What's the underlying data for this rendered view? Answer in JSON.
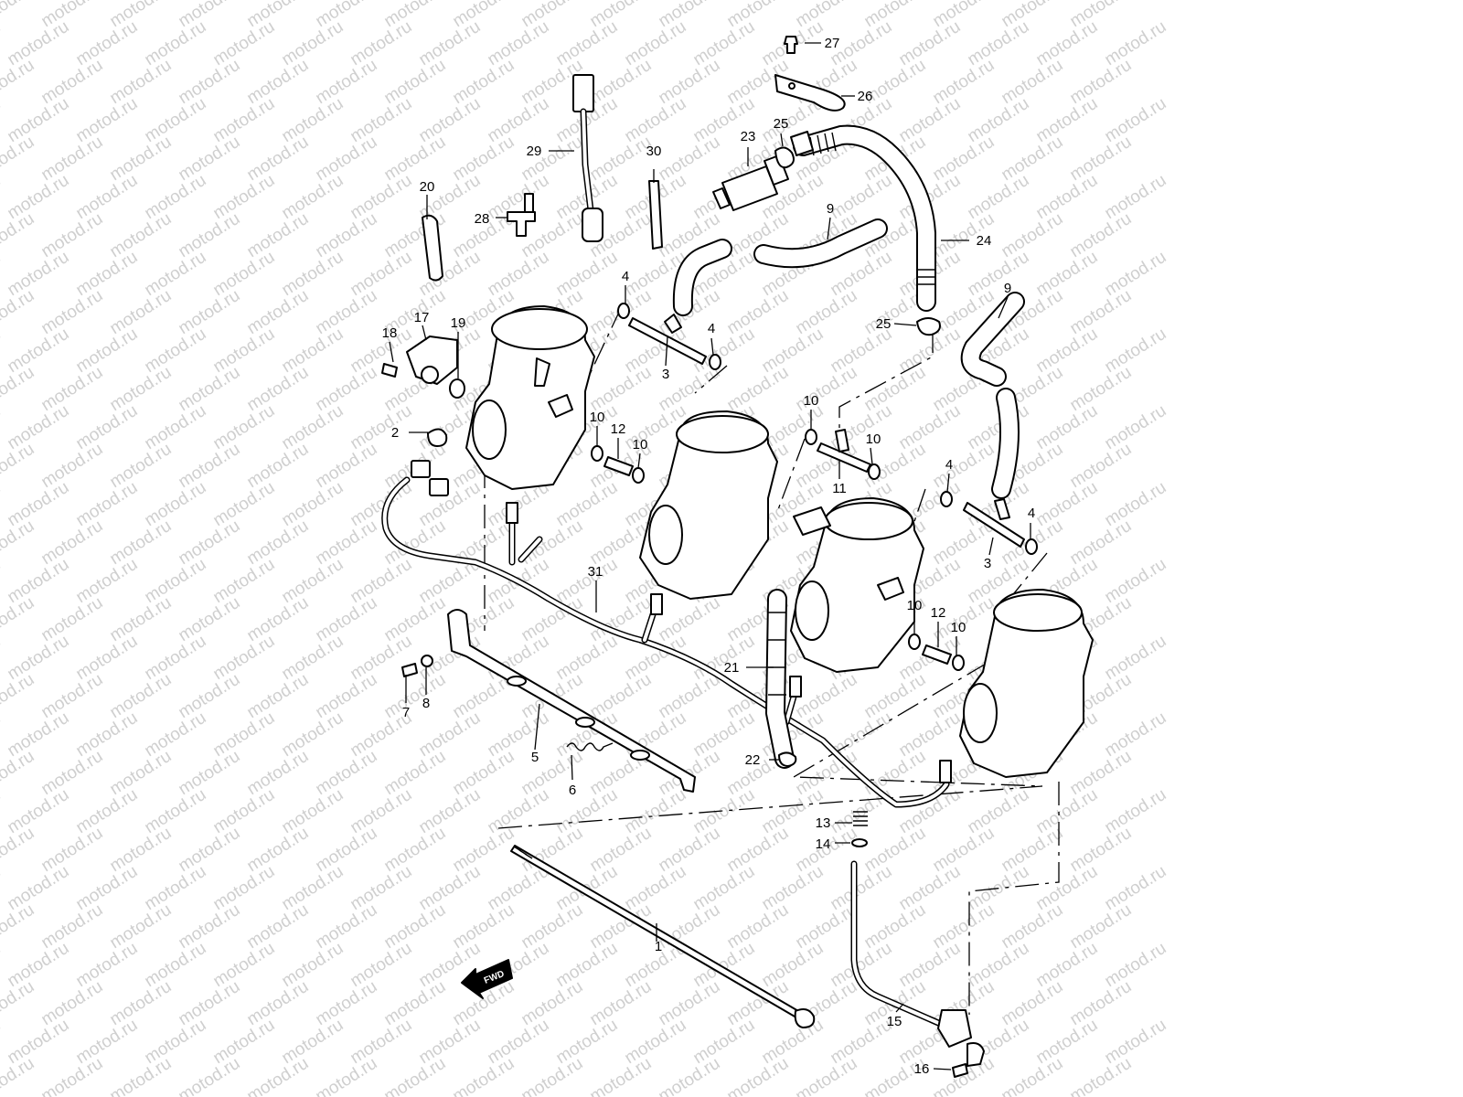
{
  "watermark": {
    "text": "motod.ru",
    "color": "#cfcfcf"
  },
  "fwd_label": "FWD",
  "callouts": [
    {
      "id": "1",
      "label": "1"
    },
    {
      "id": "2",
      "label": "2"
    },
    {
      "id": "3a",
      "label": "3"
    },
    {
      "id": "3b",
      "label": "3"
    },
    {
      "id": "4a",
      "label": "4"
    },
    {
      "id": "4b",
      "label": "4"
    },
    {
      "id": "4c",
      "label": "4"
    },
    {
      "id": "4d",
      "label": "4"
    },
    {
      "id": "5",
      "label": "5"
    },
    {
      "id": "6",
      "label": "6"
    },
    {
      "id": "7",
      "label": "7"
    },
    {
      "id": "8",
      "label": "8"
    },
    {
      "id": "9a",
      "label": "9"
    },
    {
      "id": "9b",
      "label": "9"
    },
    {
      "id": "10a",
      "label": "10"
    },
    {
      "id": "10b",
      "label": "10"
    },
    {
      "id": "10c",
      "label": "10"
    },
    {
      "id": "10d",
      "label": "10"
    },
    {
      "id": "10e",
      "label": "10"
    },
    {
      "id": "10f",
      "label": "10"
    },
    {
      "id": "11",
      "label": "11"
    },
    {
      "id": "12a",
      "label": "12"
    },
    {
      "id": "12b",
      "label": "12"
    },
    {
      "id": "13",
      "label": "13"
    },
    {
      "id": "14",
      "label": "14"
    },
    {
      "id": "15",
      "label": "15"
    },
    {
      "id": "16",
      "label": "16"
    },
    {
      "id": "17",
      "label": "17"
    },
    {
      "id": "18",
      "label": "18"
    },
    {
      "id": "19",
      "label": "19"
    },
    {
      "id": "20",
      "label": "20"
    },
    {
      "id": "21",
      "label": "21"
    },
    {
      "id": "22",
      "label": "22"
    },
    {
      "id": "23",
      "label": "23"
    },
    {
      "id": "24",
      "label": "24"
    },
    {
      "id": "25a",
      "label": "25"
    },
    {
      "id": "25b",
      "label": "25"
    },
    {
      "id": "26",
      "label": "26"
    },
    {
      "id": "27",
      "label": "27"
    },
    {
      "id": "28",
      "label": "28"
    },
    {
      "id": "29",
      "label": "29"
    },
    {
      "id": "30",
      "label": "30"
    },
    {
      "id": "31",
      "label": "31"
    }
  ]
}
